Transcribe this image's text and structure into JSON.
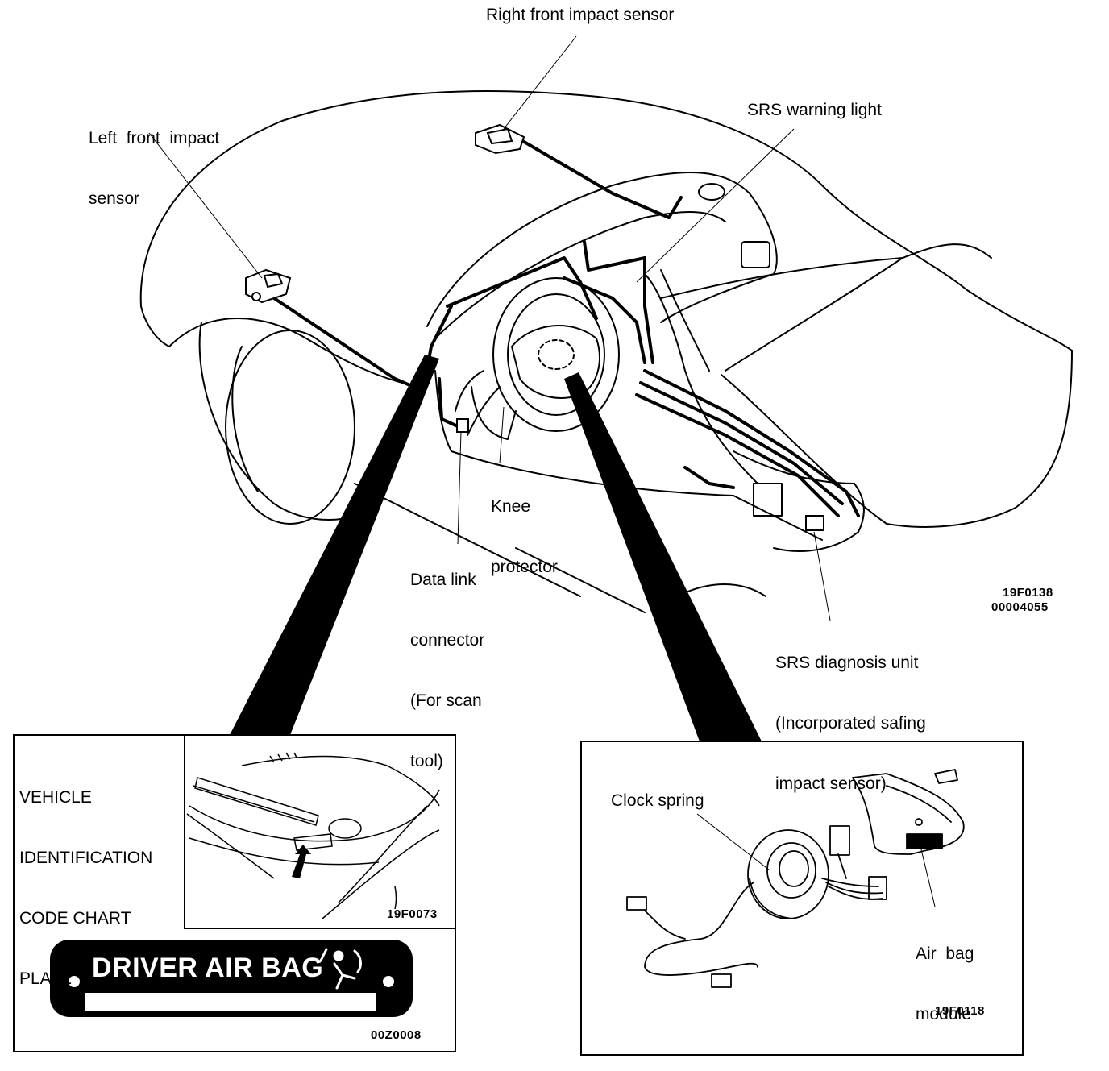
{
  "labels": {
    "right_front_impact_sensor": "Right front impact sensor",
    "left_front_impact_sensor": [
      "Left  front  impact",
      "sensor"
    ],
    "srs_warning_light": "SRS warning light",
    "knee_protector": [
      "Knee",
      "protector"
    ],
    "data_link_connector": [
      "Data link",
      "connector",
      "(For scan",
      "tool)"
    ],
    "srs_diagnosis_unit": [
      "SRS diagnosis unit",
      "(Incorporated safing",
      "impact sensor)"
    ],
    "figure_codes_main": [
      "19F0138",
      "00004055"
    ]
  },
  "inset_left": {
    "title": [
      "VEHICLE",
      "IDENTIFICATION",
      "CODE CHART",
      "PLATE"
    ],
    "photo_code": "19F0073",
    "plate_text": "DRIVER AIR BAG",
    "plate_code": "00Z0008"
  },
  "inset_right": {
    "clock_spring": "Clock spring",
    "air_bag_module": [
      "Air  bag",
      "module"
    ],
    "code": "19F0118"
  }
}
